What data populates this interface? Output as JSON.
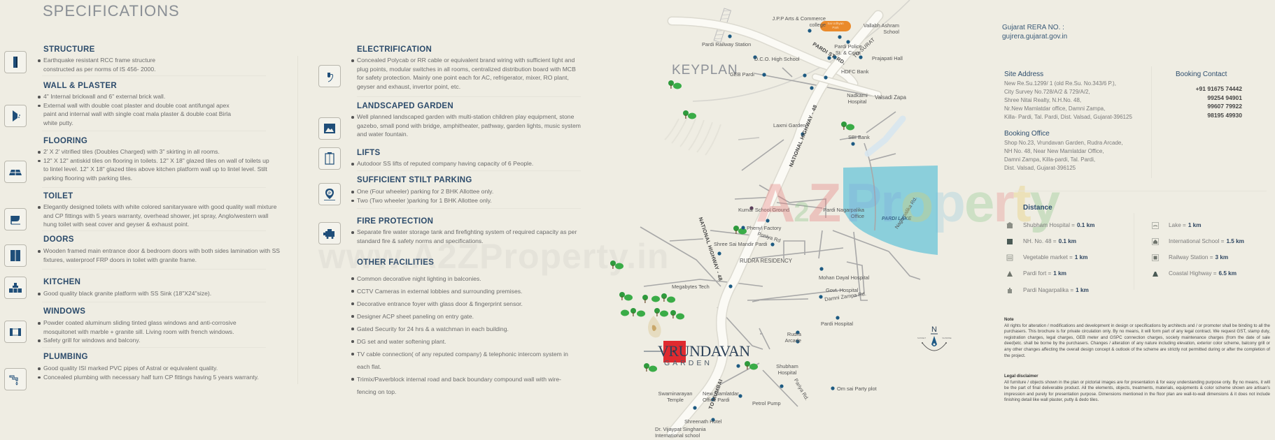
{
  "specifications": {
    "title": "SPECIFICATIONS",
    "left_column": [
      {
        "icon": "wall-structure-icon",
        "heading": "STRUCTURE",
        "bullets": [
          "Earthquake resistant RCC frame structure\nconstructed as per norms of  IS 456- 2000."
        ]
      },
      {
        "icon": "wall-plaster-icon",
        "heading": "WALL & PLASTER",
        "bullets": [
          "4\" Internal brickwall and 6\" external brick wall.",
          "External wall with double coat plaster and double coat antifungal apex paint and internal wall with single coat mala plaster & double coat Birla white putty."
        ]
      },
      {
        "icon": "floor-tiles-icon",
        "heading": "FLOORING",
        "bullets": [
          "2' X 2' vitrified tiles (Doubles Charged) with 3\" skirting in all rooms.",
          "12\" X 12\" antiskid tiles on flooring in toilets. 12\" X 18\" glazed tiles on wall of toilets up to lintel level. 12\" X 18\" glazed tiles above kitchen platform wall up to lintel level. Stilt parking flooring with parking tiles."
        ]
      },
      {
        "icon": "toilet-icon",
        "heading": "TOILET",
        "bullets": [
          "Elegantly designed toilets with white colored sanitaryware with good quality wall mixture and CP fittings with 5 years warranty, overhead shower, jet spray, Anglo/western wall hung toilet with seat cover and geyser & exhaust point."
        ]
      },
      {
        "icon": "door-icon",
        "heading": "DOORS",
        "bullets": [
          "Wooden framed main entrance door & bedroom doors with both sides lamination with SS  fixtures, waterproof FRP doors in toilet with granite frame."
        ]
      },
      {
        "icon": "kitchen-icon",
        "heading": "KITCHEN",
        "bullets": [
          "Good quality black granite platform with SS Sink (18\"X24\"size)."
        ]
      },
      {
        "icon": "window-icon",
        "heading": "WINDOWS",
        "bullets": [
          "Powder coated aluminum sliding tinted glass windows and anti-corrosive mosquitonet with marble + granite sill. Living room with french windows.",
          "Safety grill for windows and balcony."
        ]
      },
      {
        "icon": "plumbing-icon",
        "heading": "PLUMBING",
        "bullets": [
          "Good quality ISI marked PVC pipes of Astral or equivalent quality.",
          "Concealed plumbing with necessary half turn CP fittings having 5 years warranty."
        ]
      }
    ],
    "right_column": [
      {
        "icon": "electric-plug-icon",
        "heading": "ELECTRIFICATION",
        "bullets": [
          "Concealed Polycab or RR cable or equivalent brand wiring with sufficient light and plug points, modular switches in all rooms, centralized distribution board with MCB for safety protection. Mainly one point each for AC, refrigerator, mixer, RO plant, geyser and exhaust, invertor point, etc."
        ]
      },
      {
        "icon": "garden-landscape-icon",
        "heading": "LANDSCAPED GARDEN",
        "bullets": [
          "Well planned landscaped garden with multi-station children play equipment, stone gazebo, small pond with bridge, amphitheater, pathway, garden lights, music system and water fountain."
        ]
      },
      {
        "icon": "lift-icon",
        "heading": "LIFTS",
        "bullets": [
          "Autodoor SS lifts of reputed company having capacity of 6 People."
        ]
      },
      {
        "icon": "parking-pin-icon",
        "heading": "SUFFICIENT STILT PARKING",
        "bullets": [
          "One (Four wheeler) parking for 2 BHK Allottee only.",
          "Two (Two wheeler )parking for 1 BHK Allottee only."
        ]
      },
      {
        "icon": "fire-pump-icon",
        "heading": "FIRE PROTECTION",
        "bullets": [
          "Separate fire water storage tank and firefighting system of required capacity as per standard fire & safety norms and specifications."
        ]
      }
    ],
    "other_facilities": {
      "heading": "OTHER FACILITIES",
      "bullets": [
        "Common decorative night lighting in balconies.",
        "CCTV Cameras in external lobbies and surrounding premises.",
        "Decorative entrance foyer with glass door & fingerprint sensor.",
        "Designer ACP sheet paneling on entry gate.",
        "Gated Security  for 24 hrs  &  a watchman in each building.",
        "DG set and water softening plant.",
        "TV cable connection( of any reputed company) & telephonic intercom system in each flat.",
        "Trimix/Paverblock internal road and back boundary compound wall with wire-fencing on top."
      ]
    }
  },
  "watermark": {
    "text": "www.A2ZProperty.in",
    "logo_text": "A2Z Property"
  },
  "keyplan": {
    "title": "KEYPLAN",
    "brand_name": "VRUNDAVAN",
    "brand_sub": "GARDEN",
    "park_badge": "Sai Udhyan\nPark",
    "roads": {
      "pardi_st_rd": "PARDI ST. RD.",
      "to_surat": "TO SURAT",
      "nh48_upper": "NATIONAL HIGHWAY - 48",
      "nh48_lower": "NATIONAL HIGHWAY - 48",
      "to_mumbai": "TO MUMBAI",
      "valsadi_zapa": "Valsadi Zapa",
      "poniya_rd": "Poniya Rd",
      "damni_zampa_rd": "Damni Zampa Rd.",
      "nagarpalika_rd": "Nagarpalika Rd.",
      "pariya_rd": "Pariya Rd."
    },
    "lake": "PARDI LAKE",
    "compass": {
      "north": "N"
    },
    "landmarks": [
      "J.P.P Arts & Commerce college",
      "Vallabh Ashram School",
      "Pardi Railway Station",
      "Pardi Police St. & Court",
      "Prajapati Hall",
      "D.C.O. High School",
      "HDFC Bank",
      "GEB Pardi",
      "Nadkarni Hospital",
      "Laxmi Garden",
      "SBI Bank",
      "Kumar School Ground",
      "Pardi Nagarpalika Office",
      "Phenyl Factory",
      "Shree Sai Mandir Pardi",
      "RUDRA RESIDENCY",
      "Mohan Dayal Hospital",
      "Megabytes Tech",
      "Govt. Hospital",
      "Pardi Hospital",
      "Rudra Arcade",
      "Shubham Hospital",
      "Om sai Party plot",
      "Swaminarayan Temple",
      "New Mamlatdar Office Pardi",
      "Petrol Pump",
      "Shreenath Hotel",
      "Dr. Vijaypat Singhania International school"
    ]
  },
  "info": {
    "rera_label": "Gujarat RERA NO. :",
    "rera_site": "gujrera.gujarat.gov.in",
    "site_address": {
      "heading": "Site Address",
      "lines": [
        "New Re.Su.1299/ 1 (old Re.Su. No.343/6 P.),",
        "City Survey No.728/A/2 & 729/A/2,",
        "Shree Nitai Realty, N.H.No. 48,",
        "Nr.New Mamlatdar office, Damni Zampa,",
        "Killa- Pardi, Tal. Pardi, Dist. Valsad, Gujarat-396125"
      ]
    },
    "booking_office": {
      "heading": "Booking Office",
      "lines": [
        "Shop No.23, Vrundavan Garden, Rudra Arcade,",
        "NH No. 48, Near New Mamlatdar Office,",
        "Damni Zampa, Killa-pardi, Tal. Pardi,",
        "Dist. Valsad, Gujarat-396125"
      ]
    },
    "booking_contact": {
      "heading": "Booking Contact",
      "phones": [
        "+91 91675 74442",
        "99254 94901",
        "99607 79922",
        "98195 49930"
      ]
    },
    "distance": {
      "heading": "Distance",
      "left": [
        {
          "icon": "hospital-icon",
          "label": "Shubham Hospital  =",
          "value": "0.1 km"
        },
        {
          "icon": "highway-icon",
          "label": "NH. No.  48  =",
          "value": "0.1 km"
        },
        {
          "icon": "market-icon",
          "label": "Vegetable market =",
          "value": "1 km"
        },
        {
          "icon": "fort-icon",
          "label": "Pardi fort =",
          "value": "1 km"
        },
        {
          "icon": "municipal-building-icon",
          "label": "Pardi Nagarpalika  =",
          "value": "1 km"
        }
      ],
      "right": [
        {
          "icon": "lake-icon",
          "label": "Lake  =",
          "value": "1 km"
        },
        {
          "icon": "school-icon",
          "label": "International School  =",
          "value": "1.5 km"
        },
        {
          "icon": "train-icon",
          "label": "Railway Station  =",
          "value": "3 km"
        },
        {
          "icon": "coastal-highway-icon",
          "label": "Coastal Highway  =",
          "value": "6.5 km"
        }
      ]
    },
    "note": {
      "heading": "Note",
      "text": "All rights for alteration / modifications and development in design or specifications by architects and / or promoter shall be binding to all the purchasers. This brochure is for private circulation only. By no means, it will form part of any legal contract. We request GST, stamp duty, registration charges, legal charges, GEB meter and GSPC connection charges, society maintenance charges (from the date of sale deed)etc. shall be borne by the purchasers. Changes / alteration of any nature including elevation, exterior color scheme, balcony grill or any other changes affecting the overall design concept & outlook of the scheme are strictly not permitted during or after the completion of the project."
    },
    "legal": {
      "heading": "Legal disclaimer",
      "text": "All furniture / objects shown in the plan or pictorial images are for presentation & for easy understanding purpose only. By no means, it will be the part of final deliverable product. All the elements, objects, treatments, materials, equipments & color scheme shown are artisan's impression and purely for presentation purpose. Dimensions mentioned in the floor plan are wall-to-wall dimensions & it does not include finishing detail like wall plaster, putty & dedo tiles."
    }
  },
  "colors": {
    "background": "#efede3",
    "heading_blue": "#2c4b6b",
    "icon_blue": "#1f4e79",
    "map_pin": "#1d5a82",
    "lake": "#7fcbd9",
    "site_marker": "#e02a2f",
    "park_badge": "#ea8a2b",
    "tree_green": "#2e9a3c"
  }
}
